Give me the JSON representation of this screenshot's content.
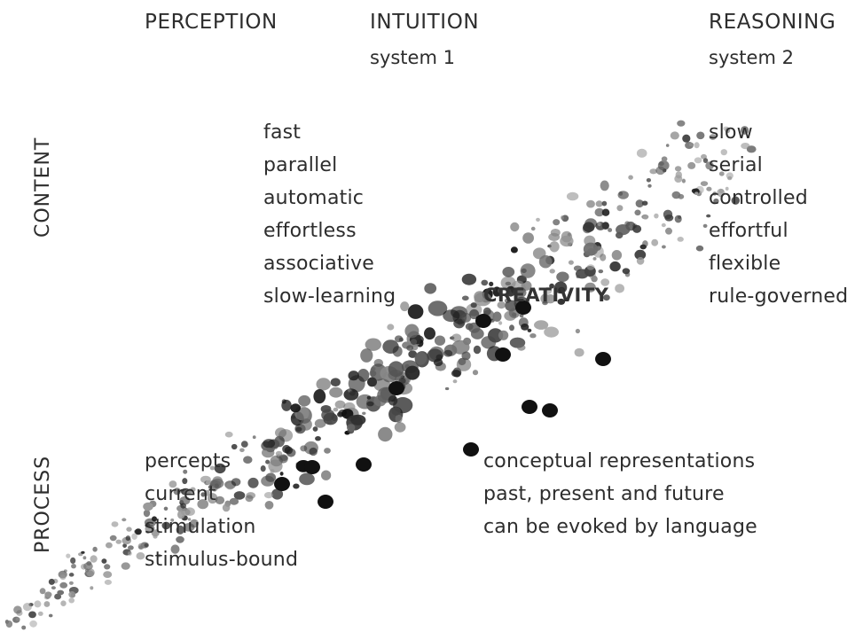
{
  "columns": {
    "perception": "PERCEPTION",
    "intuition": "INTUITION",
    "intuition_sub": "system 1",
    "reasoning": "REASONING",
    "reasoning_sub": "system 2"
  },
  "rows": {
    "content": "CONTENT",
    "process": "PROCESS"
  },
  "intuition_content": [
    "fast",
    "parallel",
    "automatic",
    "effortless",
    "associative",
    "slow-learning"
  ],
  "reasoning_content": [
    "slow",
    "serial",
    "controlled",
    "effortful",
    "flexible",
    "rule-governed"
  ],
  "perception_process": [
    "percepts",
    "current",
    "stimulation",
    "stimulus-bound"
  ],
  "shared_process": [
    "conceptual representations",
    "past, present and future",
    "can be evoked by language"
  ],
  "center_label": "CREATIVITY"
}
